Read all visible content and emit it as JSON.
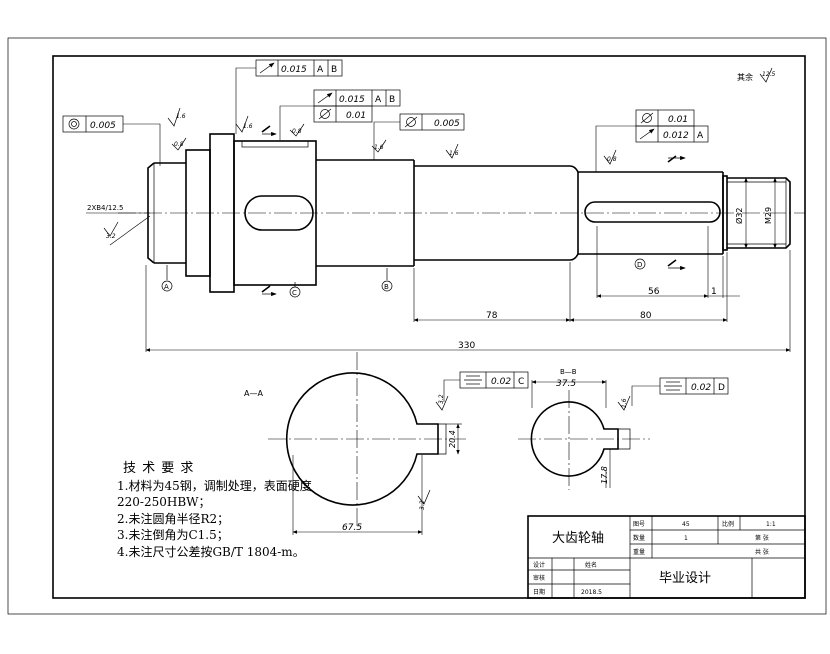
{
  "drawing": {
    "roughness_other": "其余",
    "roughness_other_value": "12.5",
    "section_label": "A—A",
    "section_label_b": "B—B"
  },
  "fcf": {
    "coax_left": {
      "tol": "0.005"
    },
    "runout_top": {
      "tol": "0.015",
      "ref1": "A",
      "ref2": "B"
    },
    "runout_mid": {
      "tol": "0.015",
      "ref1": "A",
      "ref2": "B"
    },
    "cyl_mid": {
      "tol": "0.01"
    },
    "cyl_right": {
      "tol": "0.005"
    },
    "cyl_key": {
      "tol": "0.01"
    },
    "runout_key": {
      "tol": "0.012",
      "ref": "A"
    },
    "sym_a": {
      "tol": "0.02",
      "ref": "C"
    },
    "sym_b": {
      "tol": "0.02",
      "ref": "D"
    }
  },
  "roughness": [
    "1.6",
    "0.8",
    "1.6",
    "0.8",
    "1.6",
    "1.6",
    "0.8",
    "3.2",
    "3.2",
    "3.2",
    "1.6"
  ],
  "dims": {
    "chamfer_note": "2XB4/12.5",
    "len_78": "78",
    "len_80": "80",
    "len_56": "56",
    "len_1": "1",
    "len_330": "330",
    "dia_32": "Ø32",
    "thread_m29": "M29",
    "sec_a_dia": "67.5",
    "sec_a_key": "20.4",
    "sec_b_dia": "37.5",
    "sec_b_key": "17.8"
  },
  "datums": {
    "a": "A",
    "b": "B",
    "c": "C",
    "d": "D"
  },
  "notes": {
    "title": "技 术 要 求",
    "items": [
      "1.材料为45钢，调制处理，表面硬度",
      "220-250HBW；",
      "2.未注圆角半径R2；",
      "3.未注倒角为C1.5；",
      "4.未注尺寸公差按GB/T 1804-m。"
    ]
  },
  "title_block": {
    "part_name": "大齿轮轴",
    "project": "毕业设计",
    "lbl_drawing_no": "图号",
    "val_drawing_no": "45",
    "lbl_scale": "比例",
    "val_scale": "1:1",
    "lbl_qty": "数量",
    "val_qty": "1",
    "lbl_sheet": "第 张",
    "lbl_material": "重量",
    "lbl_total": "共 张",
    "lbl_design": "设计",
    "val_design": "姓名",
    "lbl_check": "审核",
    "lbl_date": "日期",
    "val_date": "2018.5"
  }
}
